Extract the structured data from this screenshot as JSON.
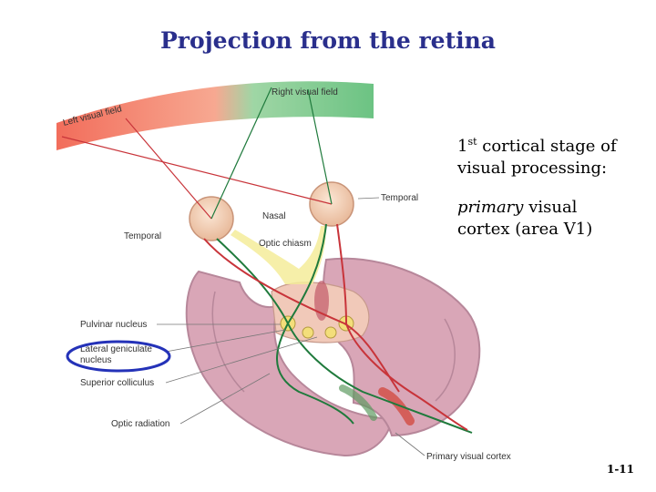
{
  "title": "Projection from the retina",
  "text_block_1": {
    "line1_num": "1",
    "line1_sup": "st",
    "line1_rest": " cortical stage of",
    "line2": "visual processing:"
  },
  "text_block_2": {
    "emph": "primary",
    "line1_rest": " visual",
    "line2": "cortex (area V1)"
  },
  "diagram_labels": {
    "left_visual_field": "Left visual field",
    "right_visual_field": "Right visual field",
    "temporal_right": "Temporal",
    "nasal": "Nasal",
    "temporal_left": "Temporal",
    "optic_chiasm": "Optic chiasm",
    "pulvinar_nucleus": "Pulvinar nucleus",
    "lgn_line1": "Lateral geniculate",
    "lgn_line2": "nucleus",
    "superior_colliculus": "Superior colliculus",
    "optic_radiation": "Optic radiation",
    "primary_visual_cortex": "Primary visual cortex"
  },
  "colors": {
    "title": "#2a2f8c",
    "left_field": "#f26d5b",
    "right_field": "#6cc383",
    "left_pathway": "#c8343a",
    "right_pathway": "#1f7a3c",
    "brain": "#d9a6b7",
    "lgn_highlight": "#2432b8"
  },
  "page_number": "1-11"
}
